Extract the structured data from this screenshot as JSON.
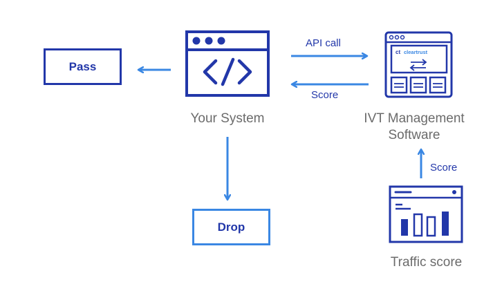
{
  "colors": {
    "dark_blue": "#2237a9",
    "light_blue": "#3a87e3",
    "gray_text": "#6b6b6b"
  },
  "nodes": {
    "pass": "Pass",
    "drop": "Drop",
    "your_system": "Your System",
    "ivt_line1": "IVT Management",
    "ivt_line2": "Software",
    "traffic_score": "Traffic score"
  },
  "edges": {
    "api_call": "API call",
    "score_return": "Score",
    "score_up": "Score"
  },
  "logo": {
    "mark": "ct",
    "name": "cleartrust"
  },
  "icons": [
    "code-window-icon",
    "browser-dashboard-icon",
    "bar-chart-window-icon",
    "arrow-icon"
  ]
}
